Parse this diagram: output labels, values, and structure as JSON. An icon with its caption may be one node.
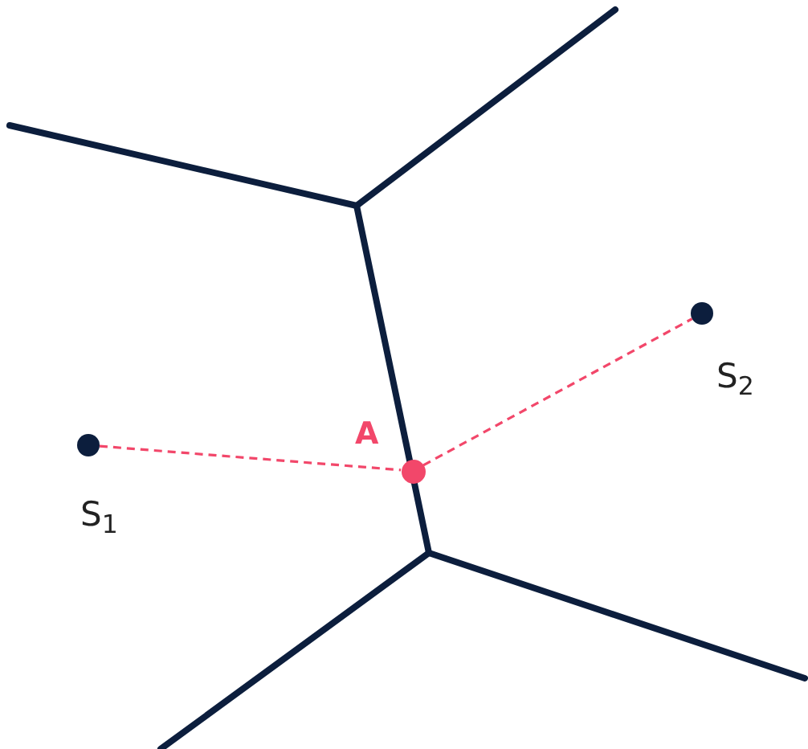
{
  "diagram": {
    "nodes": [
      {
        "text": [],
        "shape": "circle",
        "beside": [
          "S$_{1}$"
        ]
      },
      {
        "text": [],
        "shape": "circle",
        "beside": [
          "A"
        ]
      },
      {
        "text": [],
        "shape": "circle",
        "beside": [
          "S$_{2}$"
        ]
      }
    ],
    "edges": [
      {
        "from": 0,
        "to": 1,
        "arrow": "none",
        "style": "dashed",
        "color": "#f2476a"
      },
      {
        "from": 1,
        "to": 2,
        "arrow": "none",
        "style": "dashed",
        "color": "#f2476a"
      }
    ]
  }
}
